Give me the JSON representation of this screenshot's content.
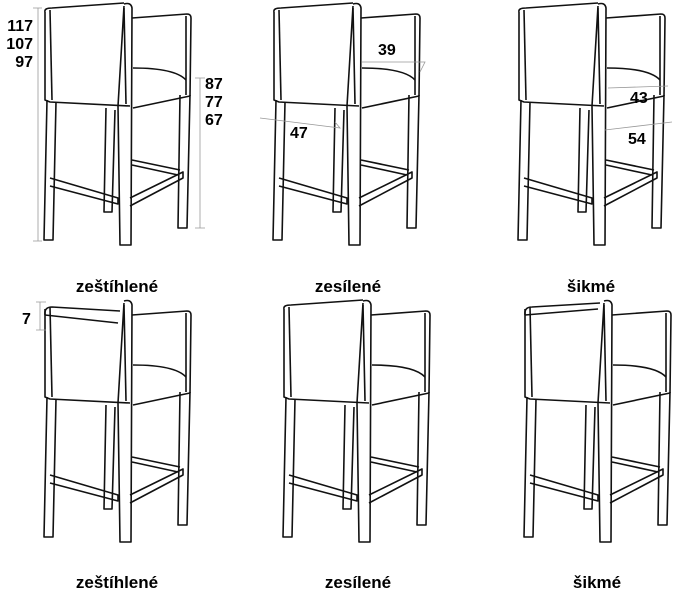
{
  "captions": {
    "top_left": "zeštíhlené",
    "top_middle": "zesílené",
    "top_right": "šikmé",
    "bottom_left": "zeštíhlené",
    "bottom_middle": "zesílené",
    "bottom_right": "šikmé"
  },
  "dimensions": {
    "total_height": [
      "117",
      "107",
      "97"
    ],
    "seat_height": [
      "87",
      "77",
      "67"
    ],
    "seat_depth": "39",
    "width": "47",
    "seat_depth_slanted": "43",
    "width_slanted": "54",
    "bevel": "7"
  }
}
